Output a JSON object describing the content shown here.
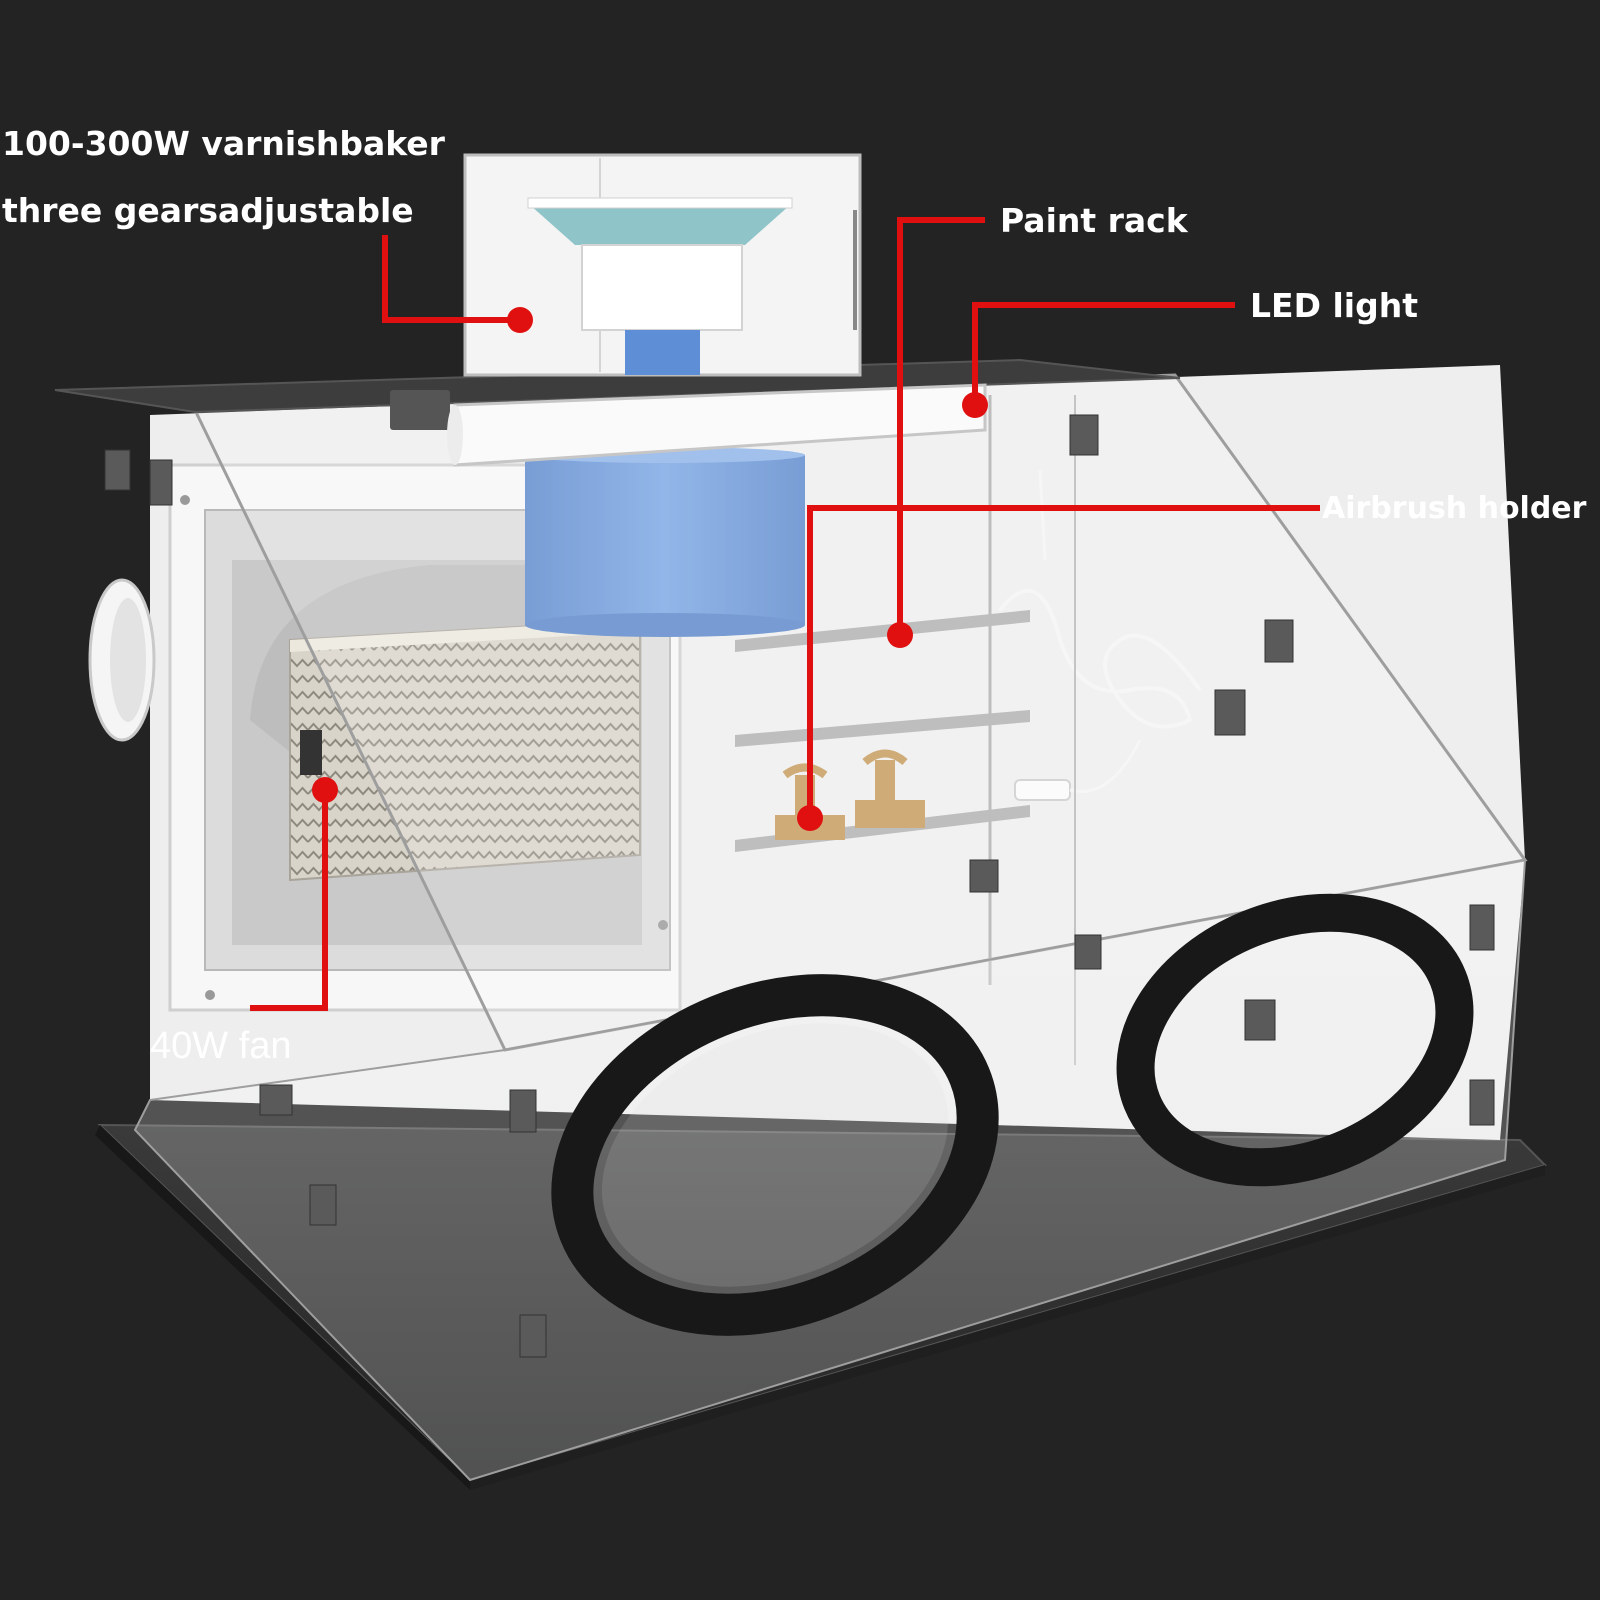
{
  "colors": {
    "background": "#232323",
    "leader_line": "#e01010",
    "leader_dot": "#e01010",
    "label_text": "#ffffff",
    "base_plate": "#2c2c2c",
    "acrylic": "#f2f4f5",
    "fan_filter": "#d6d2c8",
    "blue_duct": "#6b98d8",
    "port_ring": "#151515"
  },
  "callouts": {
    "varnish_baker_line1": "100-300W varnishbaker",
    "varnish_baker_line2": "three gearsadjustable",
    "paint_rack": "Paint rack",
    "led_light": "LED light",
    "airbrush_holder": "Airbrush holder",
    "fan": "40W fan"
  }
}
